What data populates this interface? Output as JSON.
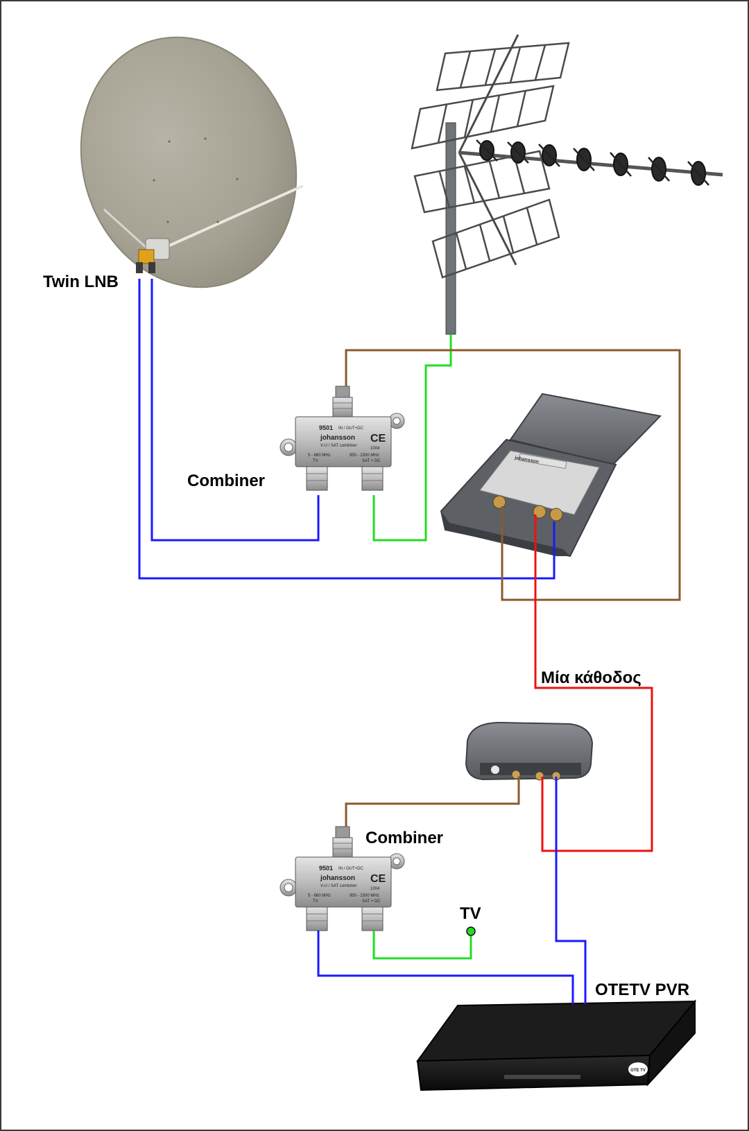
{
  "labels": {
    "twin_lnb": "Twin LNB",
    "combiner_top": "Combiner",
    "combiner_bottom": "Combiner",
    "single_downlead": "Μία κάθοδος",
    "tv": "TV",
    "pvr": "OTETV PVR"
  },
  "device_text": {
    "combiner_model": "9501",
    "combiner_port": "IN / OUT+DC",
    "combiner_brand": "johansson",
    "combiner_type": "V-U / SAT combiner",
    "combiner_code": "1004",
    "combiner_ce": "CE",
    "combiner_tv_band": "5 - 860 MHz",
    "combiner_tv": "TV",
    "combiner_sat_band": "950 - 2300 MHz",
    "combiner_sat": "SAT + DC",
    "multiswitch_brand": "johansson",
    "pvr_logo": "OTE TV"
  },
  "cable_colors": {
    "satellite": "#1a1aff",
    "terrestrial": "#22dd22",
    "combined": "#8b5a2b",
    "downlead": "#ee1111"
  }
}
